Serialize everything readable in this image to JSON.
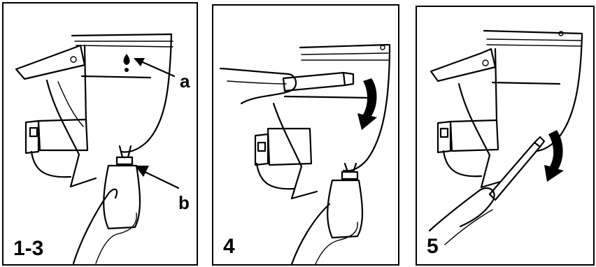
{
  "panels": [
    {
      "step_label": "1-3",
      "callouts": [
        {
          "label": "a"
        },
        {
          "label": "b"
        }
      ]
    },
    {
      "step_label": "4"
    },
    {
      "step_label": "5"
    }
  ],
  "icons": [
    "oil-drip-icon",
    "rotation-arrow-icon"
  ]
}
